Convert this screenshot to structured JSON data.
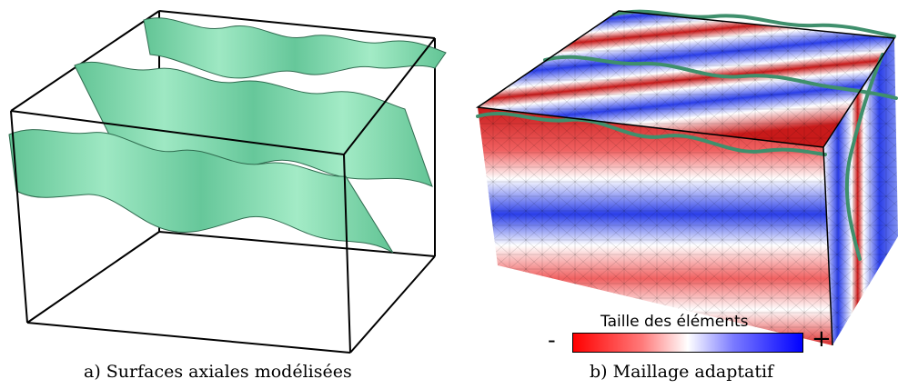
{
  "panel_a": {
    "caption": "a) Surfaces axiales modélisées",
    "surface_color": "#7fd9ad",
    "surface_shade": "#5fbf90",
    "edge_color": "#000000",
    "axial_surface_count": 3
  },
  "panel_b": {
    "caption": "b) Maillage adaptatif",
    "colors": {
      "small_elements": "#ff0000",
      "mid": "#ffffff",
      "large_elements": "#0000ff",
      "surface": "#5fb98f"
    },
    "legend": {
      "title": "Taille des éléments",
      "min_label": "-",
      "max_label": "+"
    }
  }
}
